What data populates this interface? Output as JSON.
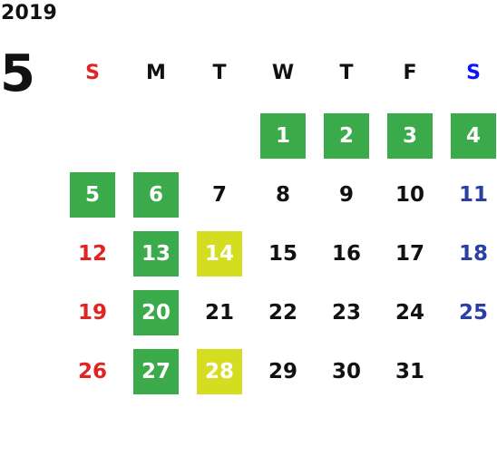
{
  "year": "2019",
  "month": "5",
  "weekdays": [
    "S",
    "M",
    "T",
    "W",
    "T",
    "F",
    "S"
  ],
  "colors": {
    "sunday": "#e32222",
    "saturday": "#2a3fa3",
    "saturdayHeader": "#0b13ff",
    "weekday": "#111111",
    "holiday": "#3aaa4a",
    "special": "#d4dd1f",
    "highlightText": "#ffffff"
  },
  "days": [
    {
      "d": "1",
      "style": "holiday"
    },
    {
      "d": "2",
      "style": "holiday"
    },
    {
      "d": "3",
      "style": "holiday"
    },
    {
      "d": "4",
      "style": "holiday"
    },
    {
      "d": "5",
      "style": "holiday"
    },
    {
      "d": "6",
      "style": "holiday"
    },
    {
      "d": "7",
      "style": "normal"
    },
    {
      "d": "8",
      "style": "normal"
    },
    {
      "d": "9",
      "style": "normal"
    },
    {
      "d": "10",
      "style": "normal"
    },
    {
      "d": "11",
      "style": "normal"
    },
    {
      "d": "12",
      "style": "normal"
    },
    {
      "d": "13",
      "style": "holiday"
    },
    {
      "d": "14",
      "style": "special"
    },
    {
      "d": "15",
      "style": "normal"
    },
    {
      "d": "16",
      "style": "normal"
    },
    {
      "d": "17",
      "style": "normal"
    },
    {
      "d": "18",
      "style": "normal"
    },
    {
      "d": "19",
      "style": "normal"
    },
    {
      "d": "20",
      "style": "holiday"
    },
    {
      "d": "21",
      "style": "normal"
    },
    {
      "d": "22",
      "style": "normal"
    },
    {
      "d": "23",
      "style": "normal"
    },
    {
      "d": "24",
      "style": "normal"
    },
    {
      "d": "25",
      "style": "normal"
    },
    {
      "d": "26",
      "style": "normal"
    },
    {
      "d": "27",
      "style": "holiday"
    },
    {
      "d": "28",
      "style": "special"
    },
    {
      "d": "29",
      "style": "normal"
    },
    {
      "d": "30",
      "style": "normal"
    },
    {
      "d": "31",
      "style": "normal"
    }
  ]
}
